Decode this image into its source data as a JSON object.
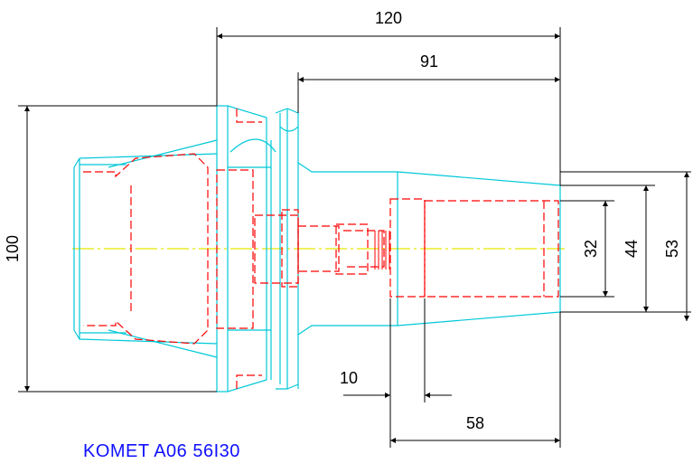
{
  "colors": {
    "outline": "#00c8d8",
    "hidden": "#ff0000",
    "centerline": "#e6e600",
    "dimension": "#000000",
    "caption": "#1010ff"
  },
  "dimensions": {
    "overall_length": "120",
    "shank_length": "91",
    "flange_diameter": "100",
    "bore_32": "32",
    "bore_44": "44",
    "nose_diameter": "53",
    "step_10": "10",
    "bore_depth": "58"
  },
  "caption": "KOMET A06 56I30"
}
